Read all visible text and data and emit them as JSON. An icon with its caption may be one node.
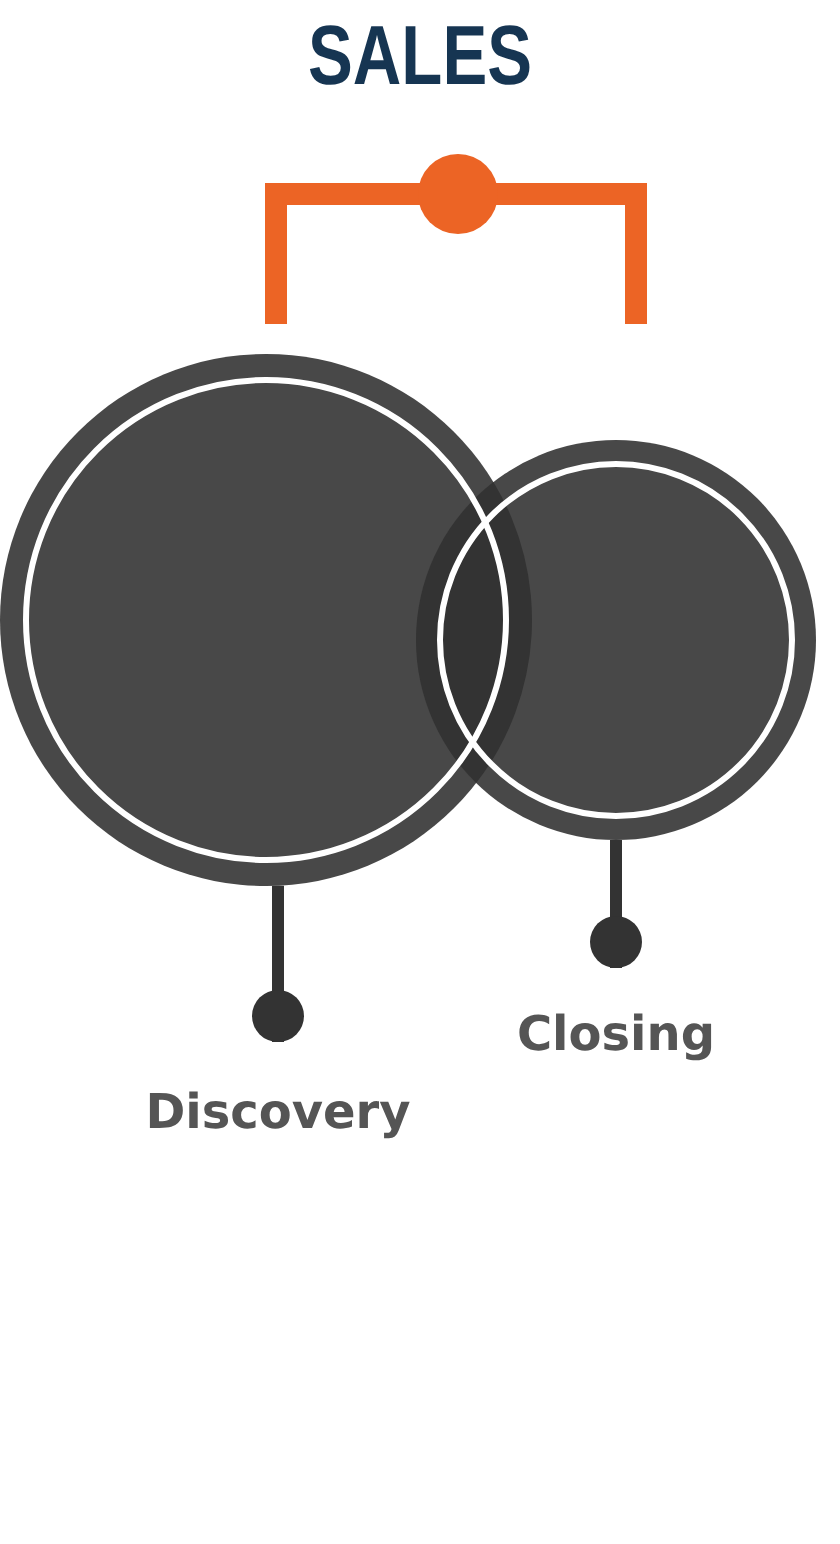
{
  "diagram": {
    "title": "SALES",
    "nodes": [
      {
        "text": [],
        "shape": "circle"
      },
      {
        "text": [],
        "shape": "circle"
      },
      {
        "text": [
          "Discovery"
        ]
      },
      {
        "text": [
          "Closing"
        ]
      }
    ],
    "edges": [
      {
        "from": 2,
        "to": 0,
        "arrow": "other"
      },
      {
        "from": 3,
        "to": 1,
        "arrow": "other"
      }
    ]
  }
}
